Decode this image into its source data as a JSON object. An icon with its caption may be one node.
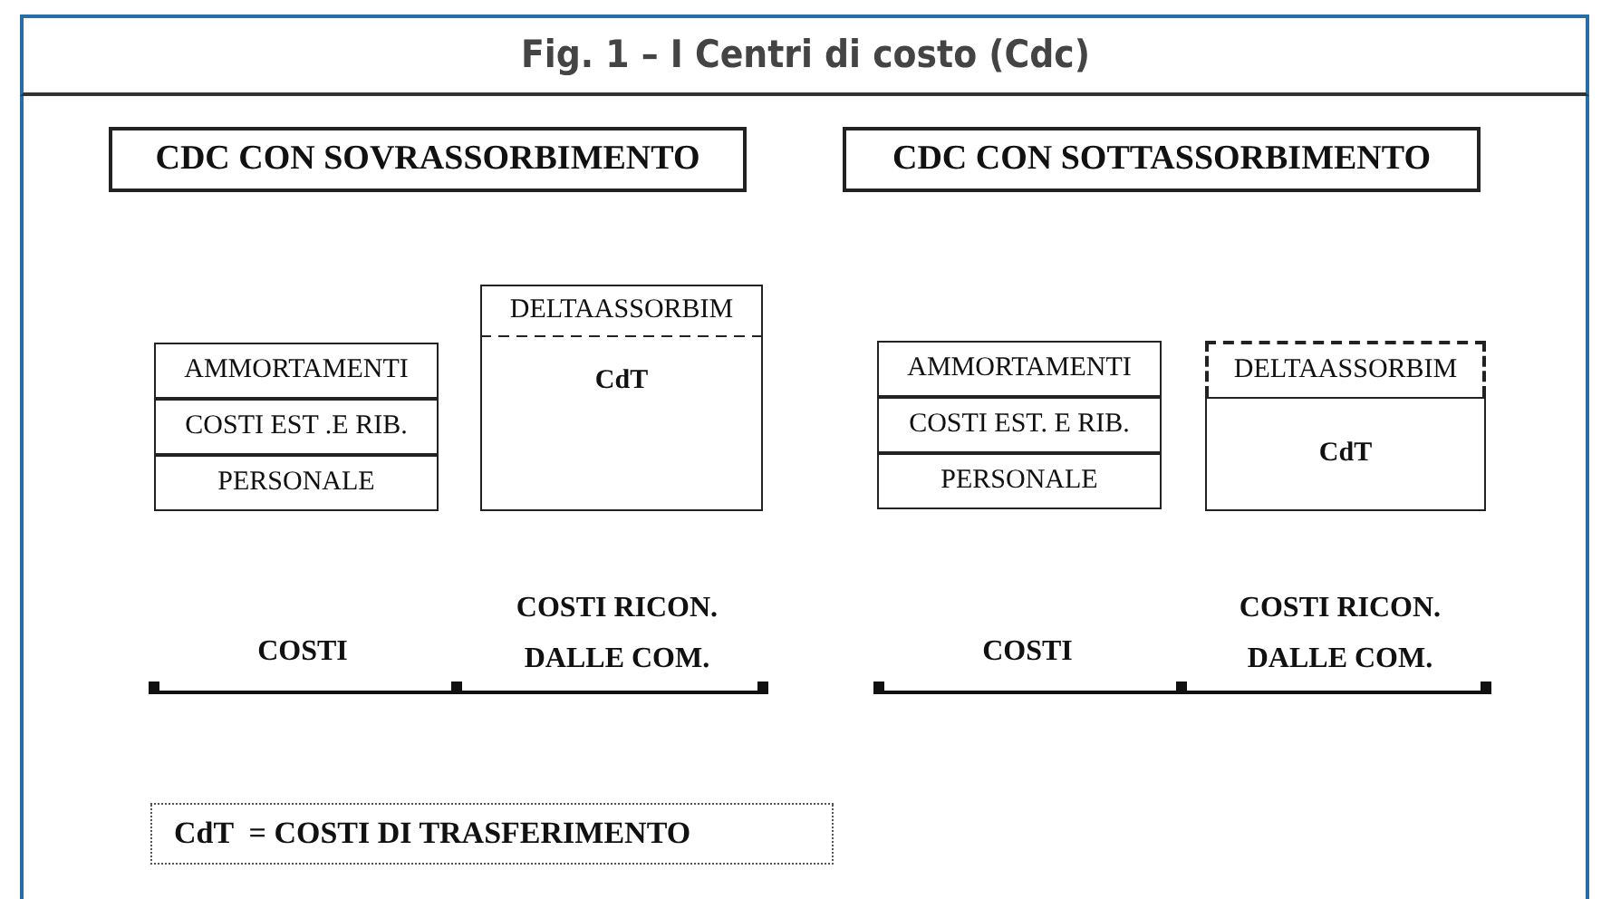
{
  "diagram": {
    "title": "Fig. 1 – I Centri di costo (Cdc)",
    "nodes": [
      {
        "text": [
          "CDC CON SOVRASSORBIMENTO"
        ]
      },
      {
        "text": [
          "CDC CON SOTTASSORBIMENTO"
        ]
      },
      {
        "text": [
          "AMMORTAMENTI"
        ]
      },
      {
        "text": [
          "COSTI EST .E RIB."
        ]
      },
      {
        "text": [
          "PERSONALE"
        ]
      },
      {
        "text": [
          "DELTAASSORBIM"
        ]
      },
      {
        "text": [
          "CdT"
        ]
      },
      {
        "text": [
          "AMMORTAMENTI"
        ]
      },
      {
        "text": [
          "COSTI EST. E RIB."
        ]
      },
      {
        "text": [
          "PERSONALE"
        ]
      },
      {
        "text": [
          "DELTAASSORBIM"
        ]
      },
      {
        "text": [
          "CdT"
        ]
      },
      {
        "text": [
          "CdT  = COSTI DI TRASFERIMENTO"
        ]
      }
    ],
    "labels": [
      "COSTI",
      "COSTI RICON. DALLE COM.",
      "COSTI",
      "COSTI RICON. DALLE COM."
    ]
  }
}
